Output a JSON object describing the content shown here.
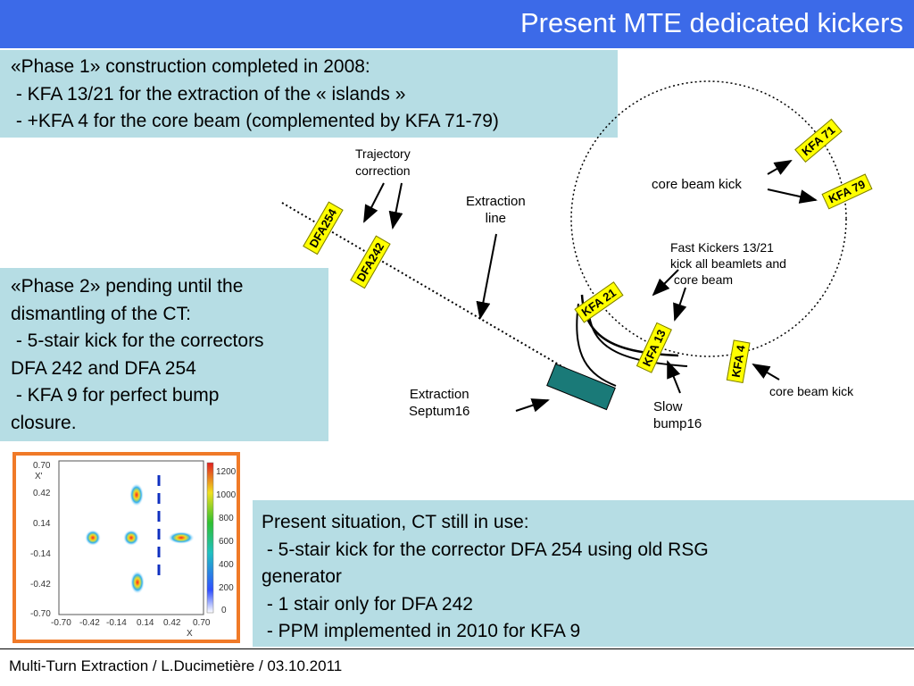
{
  "header": {
    "title": "Present MTE dedicated kickers",
    "bg_color": "#3c6ae8"
  },
  "phase1": {
    "lines": [
      "«Phase 1» construction completed in 2008:",
      " - KFA 13/21 for the extraction of the « islands »",
      " - +KFA 4 for the core beam (complemented by KFA 71-79)"
    ]
  },
  "phase2": {
    "lines": [
      "«Phase 2» pending until the",
      "dismantling of the CT:",
      " - 5-stair kick for the correctors",
      "DFA 242 and DFA 254",
      " - KFA 9 for perfect bump",
      "closure."
    ]
  },
  "present": {
    "lines": [
      "Present situation, CT still in use:",
      " - 5-stair kick for the corrector DFA 254 using old RSG",
      "generator",
      " - 1 stair only for DFA 242",
      " - PPM implemented in 2010 for KFA 9"
    ]
  },
  "diagram": {
    "kickers": {
      "kfa71": "KFA 71",
      "kfa79": "KFA 79",
      "kfa21": "KFA 21",
      "kfa13": "KFA 13",
      "kfa4": "KFA 4",
      "dfa254": "DFA254",
      "dfa242": "DFA242"
    },
    "labels": {
      "trajectory": "Trajectory\ncorrection",
      "extraction_line": "Extraction\nline",
      "core_kick_1": "core beam kick",
      "fast_kickers": "Fast Kickers 13/21\nkick all beamlets and\n core beam",
      "core_kick_2": "core beam kick",
      "septum": "Extraction\nSeptum16",
      "slow_bump": "Slow\nbump16"
    },
    "kicker_color": "#ffff00",
    "septum_color": "#1a7a78"
  },
  "plot": {
    "y_ticks": [
      "0.70",
      "0.42",
      "0.14",
      "-0.14",
      "-0.42",
      "-0.70"
    ],
    "x_ticks": [
      "-0.70",
      "-0.42",
      "-0.14",
      "0.14",
      "0.42",
      "0.70"
    ],
    "y_axis_label": "X'",
    "x_axis_label": "X",
    "colorbar_ticks": [
      "1200",
      "1000",
      "800",
      "600",
      "400",
      "200",
      "0"
    ],
    "frame_color": "#f07a28"
  },
  "footer": {
    "text": "Multi-Turn Extraction / L.Ducimetière / 03.10.2011"
  }
}
